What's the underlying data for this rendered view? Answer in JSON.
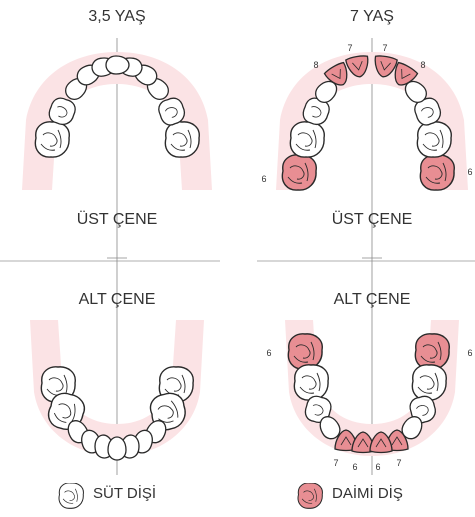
{
  "colors": {
    "primary_tooth": "#ffffff",
    "permanent_tooth": "#e88e93",
    "gum": "#fbe3e5",
    "outline": "#2a2a2a",
    "axis": "#888888"
  },
  "panels": {
    "top_left": {
      "title": "3,5 YAŞ",
      "jaw_label": "ÜST ÇENE"
    },
    "top_right": {
      "title": "7 YAŞ",
      "jaw_label": "ÜST ÇENE",
      "tooth_numbers": {
        "left_molar": "6",
        "right_molar": "6",
        "left_lateral": "8",
        "right_lateral": "8",
        "left_central": "7",
        "right_central": "7"
      }
    },
    "bottom_left": {
      "jaw_label": "ALT ÇENE"
    },
    "bottom_right": {
      "jaw_label": "ALT ÇENE",
      "tooth_numbers": {
        "left_molar": "6",
        "right_molar": "6",
        "left_lateral": "7",
        "right_lateral": "7",
        "left_central": "6",
        "right_central": "6"
      }
    }
  },
  "legend": {
    "primary_label": "SÜT DİŞİ",
    "permanent_label": "DAİMİ DİŞ"
  }
}
